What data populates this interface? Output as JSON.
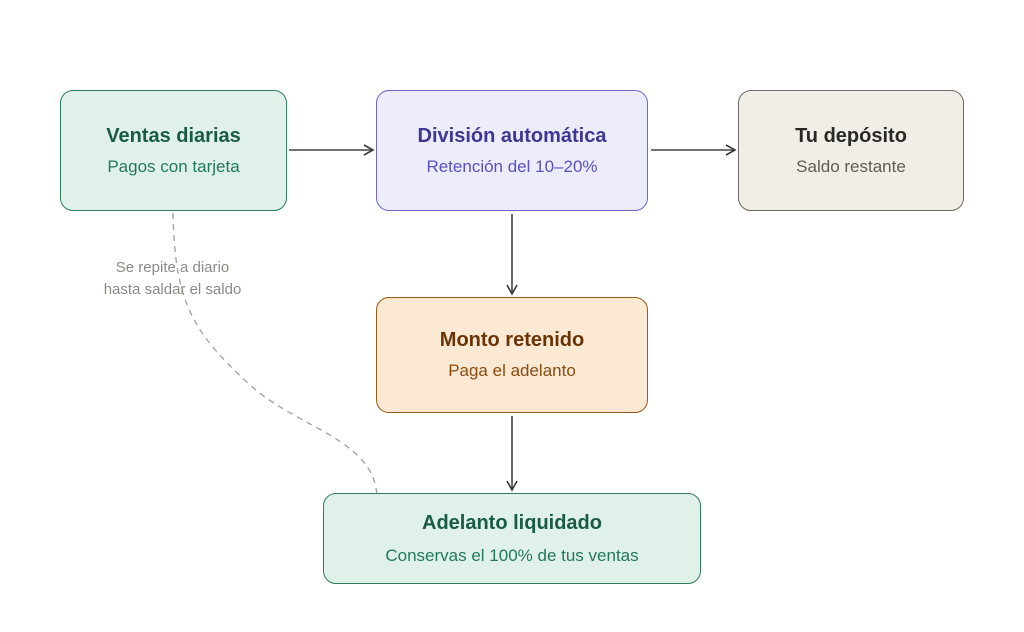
{
  "nodes": {
    "ventas": {
      "title": "Ventas diarias",
      "subtitle": "Pagos con tarjeta"
    },
    "division": {
      "title": "División automática",
      "subtitle": "Retención del 10–20%"
    },
    "deposito": {
      "title": "Tu depósito",
      "subtitle": "Saldo restante"
    },
    "retenido": {
      "title": "Monto retenido",
      "subtitle": "Paga el adelanto"
    },
    "liquidado": {
      "title": "Adelanto liquidado",
      "subtitle": "Conservas el 100% de tus ventas"
    }
  },
  "loop_note": {
    "line1": "Se repite a diario",
    "line2": "hasta saldar el saldo"
  },
  "colors": {
    "green": "#2e7d5b",
    "purple": "#6e66c8",
    "grey": "#6f6a63",
    "orange": "#9a5a19",
    "arrow": "#444444",
    "dashed": "#a9a6a1"
  }
}
